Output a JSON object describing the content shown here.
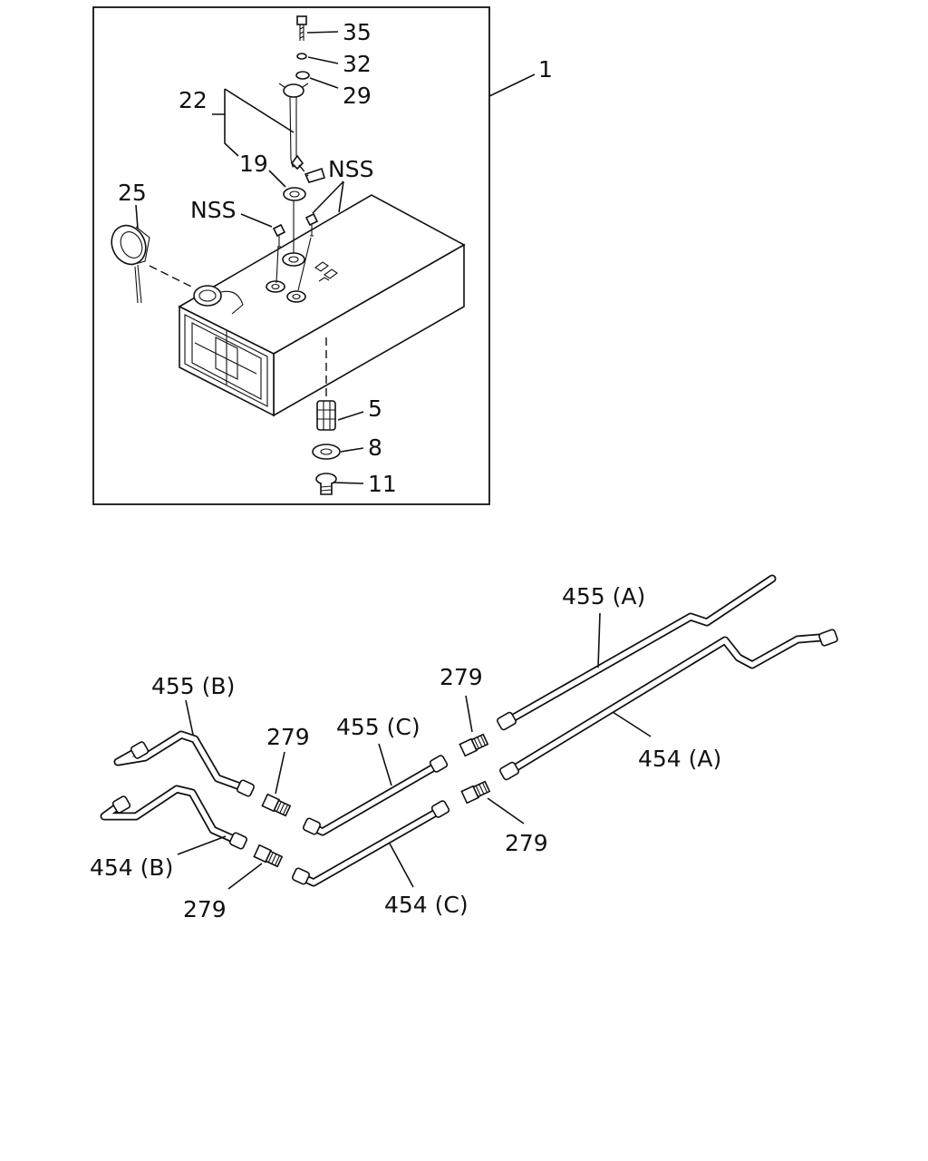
{
  "callouts": {
    "c35": "35",
    "c32": "32",
    "c29": "29",
    "c1": "1",
    "c22": "22",
    "c19": "19",
    "nss_right": "NSS",
    "c25": "25",
    "nss_left": "NSS",
    "c5": "5",
    "c8": "8",
    "c11": "11",
    "p455a": "455 (A)",
    "p455b": "455 (B)",
    "p455c": "455 (C)",
    "p454a": "454 (A)",
    "p454b": "454 (B)",
    "p454c": "454 (C)",
    "u279_1": "279",
    "u279_2": "279",
    "u279_3": "279",
    "u279_4": "279"
  }
}
